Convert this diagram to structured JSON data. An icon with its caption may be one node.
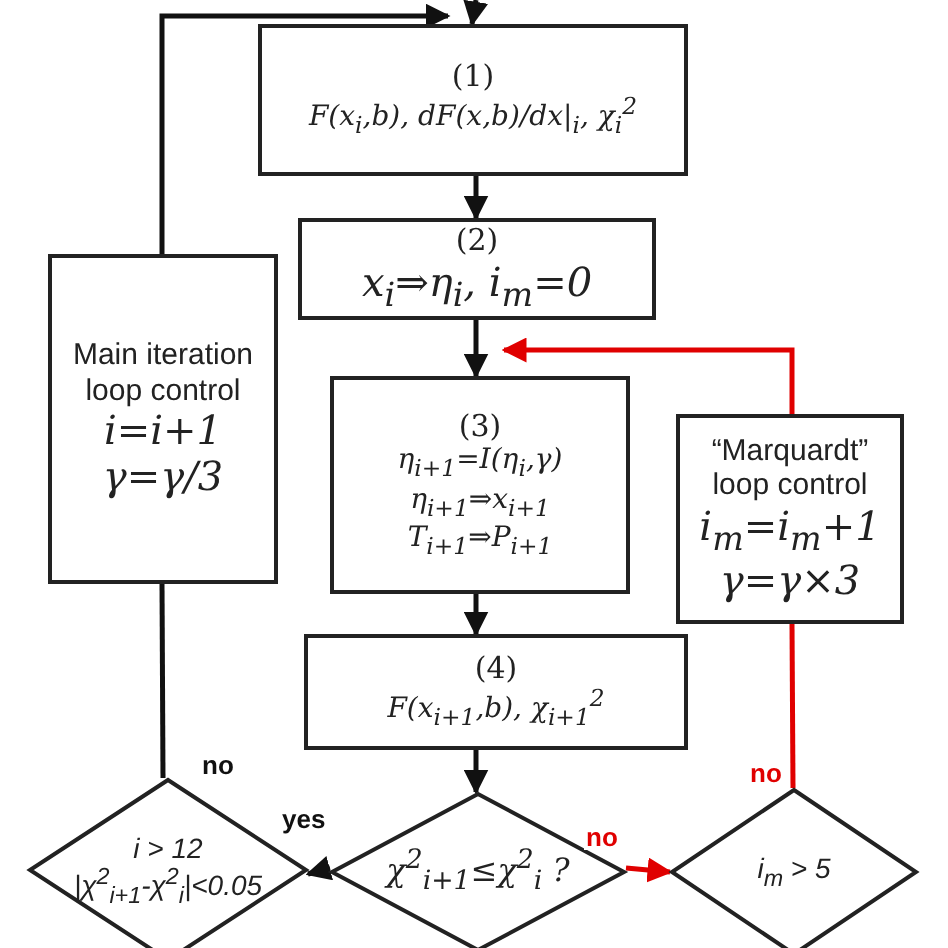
{
  "diagram": {
    "nodes": [
      {
        "text": [
          "(1)",
          "F(x$_{i}$,b), dF(x,b)/dx|$_{i}$, χ$_{i}$$^{2}$"
        ]
      },
      {
        "text": [
          "(2)",
          "x$_{i}$⇒η$_{i}$, i$_{m}$=0"
        ]
      },
      {
        "text": [
          "Main iteration loop control",
          "i=i+1",
          "γ=γ/3"
        ]
      },
      {
        "text": [
          "(3)",
          "η$_{i+1}$=I(η$_{i}$,γ)",
          "η$_{i+1}$⇒x$_{i+1}$",
          "T$_{i+1}$⇒P$_{i+1}$"
        ]
      },
      {
        "text": [
          "“Marquardt” loop control",
          "i$_{m}$=i$_{m}$+1",
          "γ=γ×3"
        ]
      },
      {
        "text": [
          "(4)",
          "F(x$_{i+1}$,b), χ$_{i+1}$$^{2}$"
        ]
      },
      {
        "text": [
          "i > 12",
          "|χ$^{2}$$_{i+1}$-χ$^{2}$$_{i}$|<0.05"
        ]
      },
      {
        "text": [
          "χ$^{2}$$_{i+1}$≤χ$^{2}$$_{i}$ ?"
        ]
      },
      {
        "text": [
          "i$_{m}$ > 5"
        ]
      }
    ],
    "edges": [
      {
        "from": null,
        "to": 0,
        "arrow": "to"
      },
      {
        "from": 0,
        "to": 1,
        "arrow": "to"
      },
      {
        "from": 1,
        "to": 3,
        "arrow": "to"
      },
      {
        "from": 3,
        "to": 5,
        "arrow": "to"
      },
      {
        "from": 5,
        "to": 7,
        "arrow": "to"
      },
      {
        "from": 7,
        "to": 6,
        "arrow": "to",
        "label": "yes"
      },
      {
        "from": 7,
        "to": 8,
        "arrow": "to",
        "label": "no",
        "color": "#e00000"
      },
      {
        "from": 8,
        "to": 4,
        "arrow": "none",
        "label": "no",
        "color": "#e00000"
      },
      {
        "from": 4,
        "to": 3,
        "arrow": "to",
        "color": "#e00000"
      },
      {
        "from": 6,
        "to": 2,
        "arrow": "none",
        "label": "no"
      },
      {
        "from": 2,
        "to": 0,
        "arrow": "to"
      }
    ]
  }
}
